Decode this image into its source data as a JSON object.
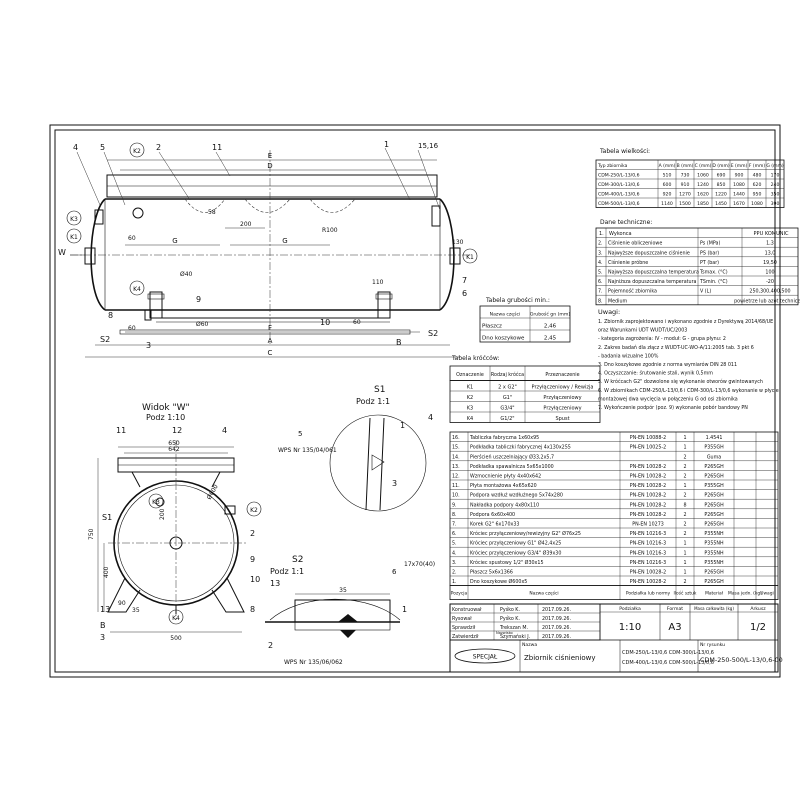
{
  "labels": {
    "front": {
      "n4": "4",
      "n5": "5",
      "k2": "K2",
      "n2": "2",
      "n11": "11",
      "n1": "1",
      "n15_16": "15,16",
      "k3": "K3",
      "k1a": "K1",
      "w": "W",
      "k1b": "K1",
      "k4": "K4",
      "n8": "8",
      "n9": "9",
      "n10": "10",
      "n6": "6",
      "s2a": "S2",
      "s2b": "S2",
      "n3": "3",
      "n7": "7",
      "b": "B"
    },
    "front_dims": {
      "e": "E",
      "d": "D",
      "g1": "G",
      "g2": "G",
      "c": "C",
      "a": "A",
      "f": "F",
      "r200": "200",
      "r58": "58",
      "r100": "R100",
      "r60a": "60",
      "r60b": "60",
      "r60c": "60",
      "r110": "110",
      "r130": "130",
      "d40": "Ø40",
      "d60": "Ø60"
    },
    "side": {
      "title": "Widok \"W\"",
      "subtitle": "Podz 1:10",
      "n11": "11",
      "n12": "12",
      "n4": "4",
      "n650": "650",
      "n642": "642",
      "s1": "S1",
      "k3": "K3",
      "k2": "K2",
      "n200": "200",
      "d600": "Ø600",
      "n750": "750",
      "n400": "400",
      "n13": "13",
      "n90": "90",
      "n35": "35",
      "b": "B",
      "n3": "3",
      "k4": "K4",
      "n500": "500",
      "n2": "2",
      "n9": "9",
      "n10": "10",
      "n8": "8"
    },
    "detail_s1": {
      "title": "S1",
      "subtitle": "Podz 1:1",
      "n1": "1",
      "n3": "3",
      "n4": "4",
      "weld": "5",
      "wps": "WPS Nr 135/04/061"
    },
    "detail_s2": {
      "title": "S2",
      "subtitle": "Podz 1:1",
      "n13": "13",
      "n1": "1",
      "n2": "2",
      "n35": "35",
      "weld": "6",
      "wps": "WPS Nr 135/06/062",
      "note": "17x70(40)"
    }
  },
  "dimensions_table": {
    "title": "Tabela wielkości:",
    "headers": [
      "Typ zbiornika",
      "A (mm)",
      "B (mm)",
      "C (mm)",
      "D (mm)",
      "E (mm)",
      "F (mm)",
      "G (mm)"
    ],
    "rows": [
      [
        "CDM-250/L-13/0,6",
        "510",
        "730",
        "1060",
        "690",
        "900",
        "480",
        "170"
      ],
      [
        "CDM-300/L-13/0,6",
        "600",
        "910",
        "1240",
        "850",
        "1080",
        "620",
        "240"
      ],
      [
        "CDM-400/L-13/0,6",
        "920",
        "1270",
        "1620",
        "1220",
        "1440",
        "950",
        "350"
      ],
      [
        "CDM-500/L-13/0,6",
        "1140",
        "1500",
        "1850",
        "1450",
        "1670",
        "1080",
        "390"
      ]
    ]
  },
  "tech_data": {
    "title": "Dane techniczne:",
    "header": [
      "1.",
      "Wykonca",
      "PPU KOMUNIC"
    ],
    "rows": [
      [
        "2.",
        "Ciśnienie obliczeniowe",
        "Ps (MPa)",
        "1,3"
      ],
      [
        "3.",
        "Najwyższe dopuszczalne ciśnienie",
        "PS (bar)",
        "13,0"
      ],
      [
        "4.",
        "Ciśnienie próbne",
        "PT (bar)",
        "19,50"
      ],
      [
        "5.",
        "Najwyższa dopuszczalna temperatura",
        "Tsmax. (°C)",
        "100"
      ],
      [
        "6.",
        "Najniższa dopuszczalna temperatura",
        "TSmin. (°C)",
        "-20"
      ],
      [
        "7.",
        "Pojemność zbiornika",
        "V (L)",
        "250,300,400,500"
      ],
      [
        "8.",
        "Medium",
        "",
        "powietrze lub azot techniczny"
      ]
    ]
  },
  "notes": {
    "title": "Uwagi:",
    "items": [
      "1. Zbiornik zaprojektowano i wykonano zgodnie z Dyrektywą 2014/68/UE",
      "   oraz Warunkami UDT WUDT/UC/2003",
      "   - kategoria zagrożenia: IV  - moduł: G  - grupa płynu: 2",
      "2. Zakres badań dla złącz z WUDT-UC-WO-A/11:2005 tab. 3 pkt 6",
      "   - badania wizualne 100%",
      "3. Dno koszykowe zgodnie z norma wymiarów DIN 28 011",
      "4. Oczyszczanie: śrutowanie stali, wynik 0,5mm",
      "5. W króćcach G2\" dozwolone się wykonanie otworów gwintowanych",
      "6. W zbiornikach CDM-250/L-13/0,6 i CDM-300/L-13/0,6 wykonanie w płycie",
      "   montażowej dwa wycięcia w połączeniu G od osi zbiornika",
      "7. Wykończenie podpór (poz. 9) wykonanie pobór bandowy PN"
    ]
  },
  "wall_table": {
    "title": "Tabela grubości min.:",
    "headers": [
      "Nazwa części",
      "Grubość gn (mm)"
    ],
    "rows": [
      [
        "Płaszcz",
        "2,46"
      ],
      [
        "Dno koszykowe",
        "2,45"
      ]
    ]
  },
  "nozzle_table": {
    "title": "Tabela króćców:",
    "headers": [
      "Oznaczenie",
      "Rodzaj króćca",
      "Przeznaczenie"
    ],
    "rows": [
      [
        "K1",
        "2 x G2\"",
        "Przyłączeniowy / Rewizja"
      ],
      [
        "K2",
        "G1\"",
        "Przyłączeniowy"
      ],
      [
        "K3",
        "G3/4\"",
        "Przyłączeniowy"
      ],
      [
        "K4",
        "G1/2\"",
        "Spust"
      ]
    ]
  },
  "parts": {
    "rows": [
      [
        "16.",
        "Tabliczka fabryczna 1x60x95",
        "PN-EN 10088-2",
        "1",
        "1.4541"
      ],
      [
        "15.",
        "Podkładka tabliczki fabrycznej 4x130x255",
        "PN-EN 10025-2",
        "1",
        "P355GH"
      ],
      [
        "14.",
        "Pierścień uszczelniający Ø33,2x5,7",
        "",
        "2",
        "Guma"
      ],
      [
        "13.",
        "Podkładka spawalnicza 5x65x1000",
        "PN-EN 10028-2",
        "2",
        "P265GH"
      ],
      [
        "12.",
        "Wzmocnienie płyty 4x40x642",
        "PN-EN 10028-2",
        "2",
        "P265GH"
      ],
      [
        "11.",
        "Płyta montażowa 4x65x620",
        "PN-EN 10028-2",
        "1",
        "P355GH"
      ],
      [
        "10.",
        "Podpora wzdłuż wzdłużnego 5x74x280",
        "PN-EN 10028-2",
        "2",
        "P265GH"
      ],
      [
        "9.",
        "Nakładka podpory 4x80x110",
        "PN-EN 10028-2",
        "8",
        "P265GH"
      ],
      [
        "8.",
        "Podpora 6x60x400",
        "PN-EN 10028-2",
        "2",
        "P265GH"
      ],
      [
        "7.",
        "Korek G2\" 6x170x33",
        "PN-EN 10273",
        "2",
        "P265GH"
      ],
      [
        "6.",
        "Króciec przyłączeniowy/rewizyjny G2\" Ø76x25",
        "PN-EN 10216-3",
        "2",
        "P355NH"
      ],
      [
        "5.",
        "Króciec przyłączeniowy G1\" Ø42,4x25",
        "PN-EN 10216-3",
        "1",
        "P355NH"
      ],
      [
        "4.",
        "Króciec przyłączeniowy G3/4\" Ø39x30",
        "PN-EN 10216-3",
        "1",
        "P355NH"
      ],
      [
        "3.",
        "Króciec spustowy 1/2\" Ø30x15",
        "PN-EN 10216-3",
        "1",
        "P355NH"
      ],
      [
        "2.",
        "Płaszcz 5x6x1366",
        "PN-EN 10028-2",
        "1",
        "P265GH"
      ],
      [
        "1.",
        "Dno koszykowe Ø600x5",
        "PN-EN 10028-2",
        "2",
        "P265GH"
      ]
    ],
    "footer": [
      "Pozycja",
      "Nazwa części",
      "Podziałka lub normy",
      "Ilość sztuk",
      "Materiał",
      "Masa jedn. (kg)",
      "Uwagi"
    ]
  },
  "title_block": {
    "roles": [
      [
        "Konstruował",
        "Pyśko K.",
        "2017.09.26."
      ],
      [
        "Rysował",
        "Pyśko K.",
        "2017.09.26."
      ],
      [
        "Sprawdził",
        "Trekszan M.",
        "2017.09.26."
      ],
      [
        "Zatwierdził",
        "Szymański J.",
        "2017.09.26."
      ]
    ],
    "side_label": "Nazwisko",
    "scale_label": "Podziałka",
    "scale": "1:10",
    "format_label": "Format",
    "format": "A3",
    "mass_label": "Masa całkowita (kg)",
    "sheet_label": "Arkusz",
    "sheet": "1/2",
    "name_label": "Nazwa",
    "name": "Zbiornik ciśnieniowy",
    "models": [
      "CDM-250/L-13/0,6  CDM-300/L-13/0,6",
      "CDM-400/L-13/0,6  CDM-500/L-13/0,6"
    ],
    "drawing_no_label": "Nr rysunku",
    "drawing_no": "CDM-250-500/L-13/0,6-00",
    "logo": "SPECJAŁ"
  }
}
